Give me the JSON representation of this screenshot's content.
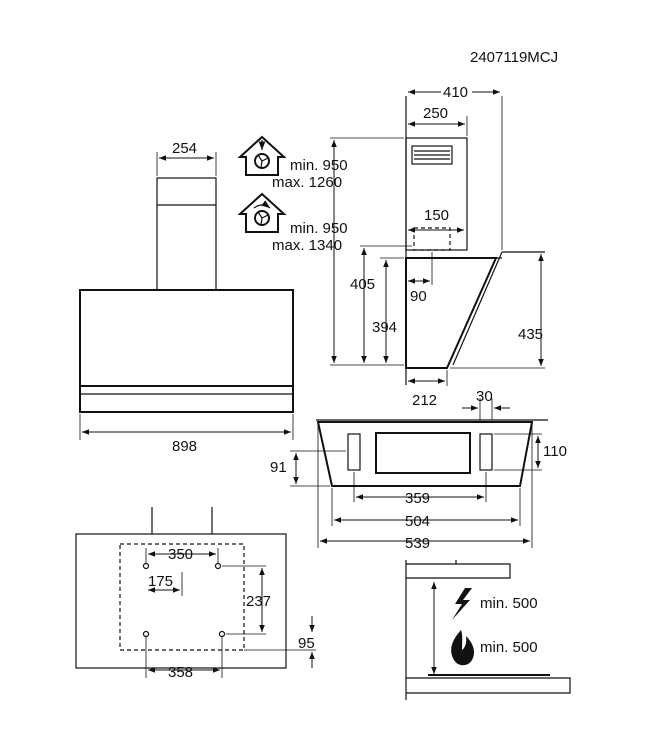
{
  "model_code": "2407119MCJ",
  "front_view": {
    "top_width": "254",
    "total_width": "898"
  },
  "height_specs": {
    "extraction": {
      "min": "min. 950",
      "max": "max. 1260"
    },
    "recirculation": {
      "min": "min. 950",
      "max": "max. 1340"
    }
  },
  "side_view": {
    "width_410": "410",
    "width_250": "250",
    "width_150": "150",
    "width_90": "90",
    "height_405": "405",
    "height_394": "394",
    "height_435": "435",
    "width_212": "212"
  },
  "top_view": {
    "w30": "30",
    "h110": "110",
    "h91": "91",
    "w359": "359",
    "w504": "504",
    "w539": "539"
  },
  "wall_mount": {
    "w350": "350",
    "w175": "175",
    "h237": "237",
    "h95": "95",
    "w358": "358"
  },
  "clearance": {
    "electric": "min. 500",
    "gas": "min. 500"
  },
  "colors": {
    "line": "#111111",
    "background": "#ffffff"
  }
}
